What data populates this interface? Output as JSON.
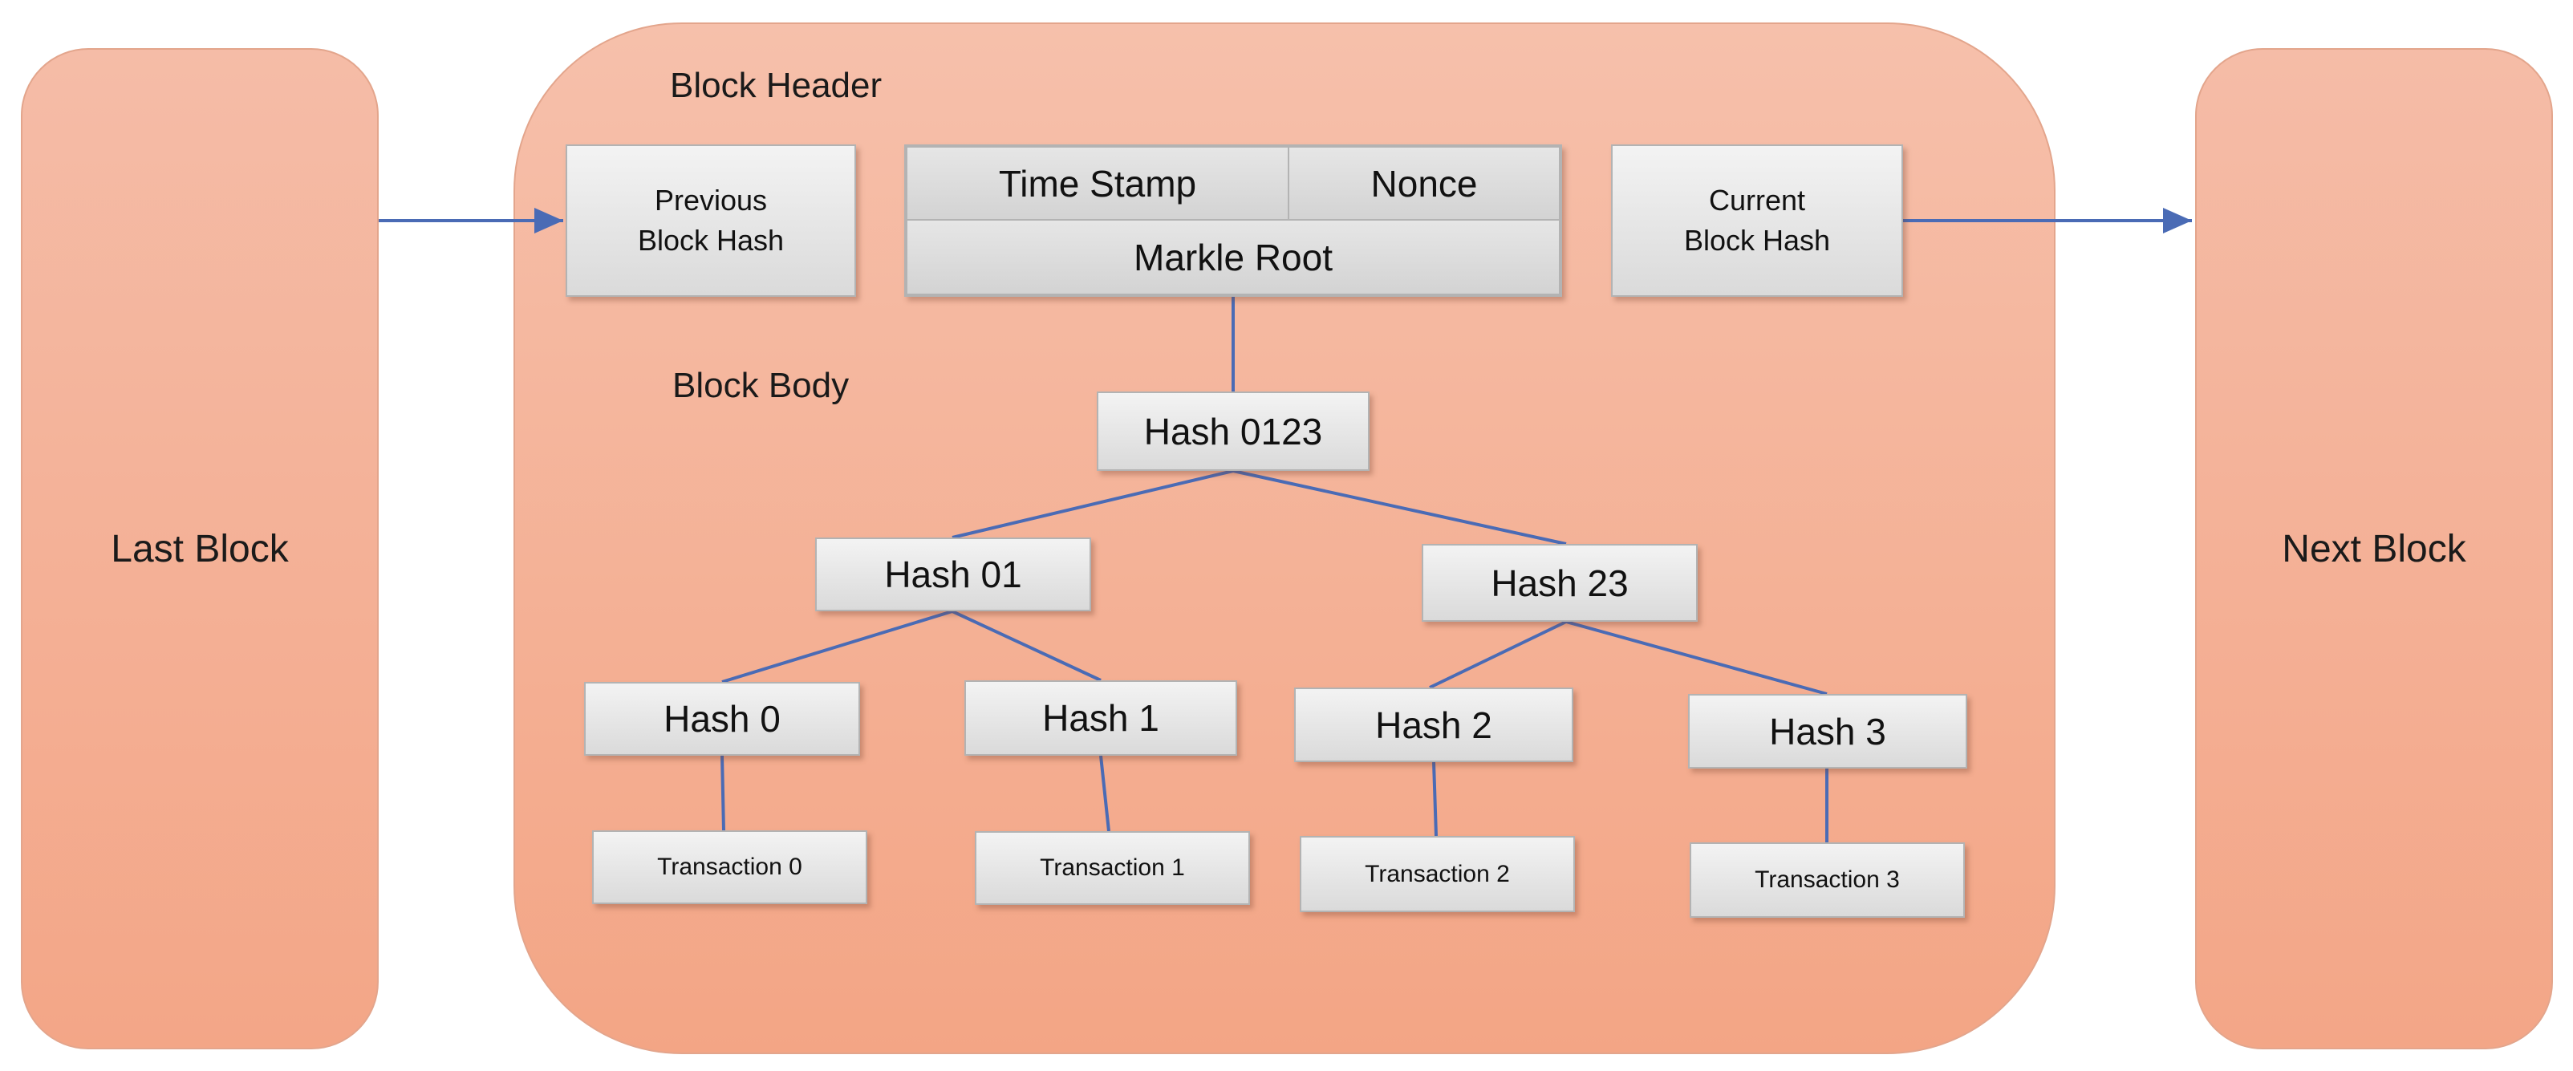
{
  "last_block": "Last Block",
  "next_block": "Next Block",
  "block_header": "Block Header",
  "block_body": "Block Body",
  "header": {
    "previous_block_hash": "Previous\nBlock Hash",
    "time_stamp": "Time Stamp",
    "nonce": "Nonce",
    "markle_root": "Markle Root",
    "current_block_hash": "Current\nBlock Hash"
  },
  "tree": {
    "hash_0123": "Hash 0123",
    "hash_01": "Hash 01",
    "hash_23": "Hash 23",
    "hash_0": "Hash 0",
    "hash_1": "Hash 1",
    "hash_2": "Hash 2",
    "hash_3": "Hash 3"
  },
  "transactions": [
    "Transaction 0",
    "Transaction 1",
    "Transaction 2",
    "Transaction 3"
  ],
  "colors": {
    "block_fill": "#f4ae93",
    "node_fill": "#dedede",
    "connector": "#4a6bb5"
  }
}
